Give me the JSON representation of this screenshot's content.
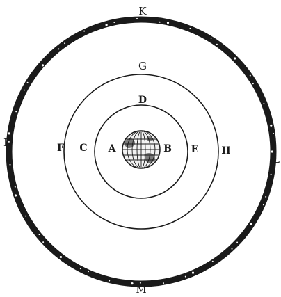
{
  "labels": {
    "K": "K",
    "L": "L",
    "M": "M",
    "I": "I",
    "G": "G",
    "F": "F",
    "H": "H",
    "D": "D",
    "C": "C",
    "E": "E",
    "A": "A",
    "B": "B"
  },
  "colors": {
    "ink": "#1a1a1a",
    "background": "#ffffff",
    "star": "#ffffff"
  },
  "icons": {
    "globe": "earth-globe-icon",
    "starry_band": "starry-sphere-band"
  }
}
